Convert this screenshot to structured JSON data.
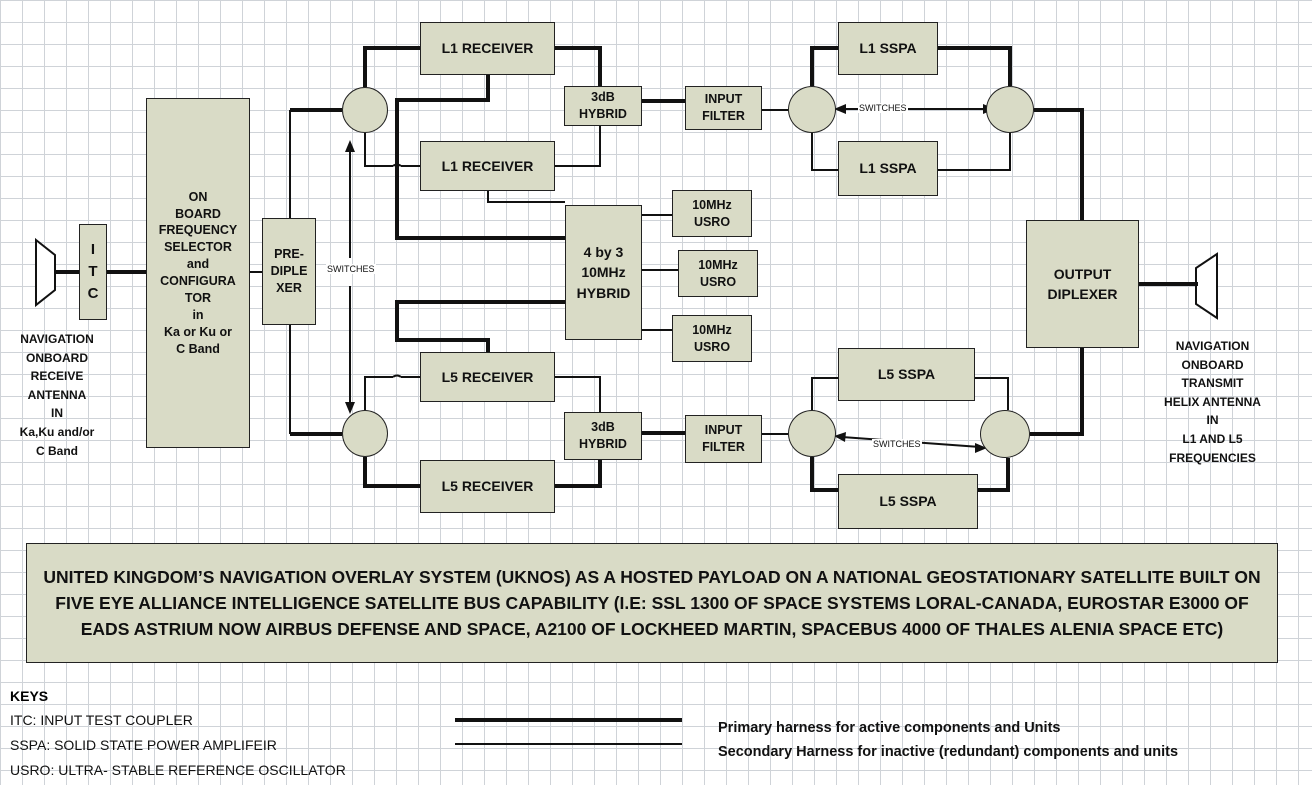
{
  "components": {
    "itc": "I\nT\nC",
    "frequency_selector": "ON\nBOARD\nFREQUENCY\nSELECTOR\nand\nCONFIGURA\nTOR\nin\nKa or Ku or\nC Band",
    "prediplexer": "PRE-\nDIPLE\nXER",
    "l1_receiver_1": "L1 RECEIVER",
    "l1_receiver_2": "L1 RECEIVER",
    "l5_receiver_1": "L5 RECEIVER",
    "l5_receiver_2": "L5 RECEIVER",
    "hybrid_3db_top": "3dB\nHYBRID",
    "hybrid_3db_bottom": "3dB\nHYBRID",
    "input_filter_top": "INPUT\nFILTER",
    "input_filter_bottom": "INPUT\nFILTER",
    "hybrid_4by3": "4 by 3\n10MHz\nHYBRID",
    "usro_1": "10MHz\nUSRO",
    "usro_2": "10MHz\nUSRO",
    "usro_3": "10MHz\nUSRO",
    "l1_sspa_1": "L1 SSPA",
    "l1_sspa_2": "L1 SSPA",
    "l5_sspa_1": "L5 SSPA",
    "l5_sspa_2": "L5 SSPA",
    "output_diplexer": "OUTPUT\nDIPLEXER"
  },
  "labels": {
    "switches_left": "SWITCHES",
    "switches_top": "SWITCHES",
    "switches_bottom": "SWITCHES",
    "receive_antenna": "NAVIGATION\nONBOARD\nRECEIVE\nANTENNA\nIN\nKa,Ku and/or\nC Band",
    "transmit_antenna": "NAVIGATION\nONBOARD\nTRANSMIT\nHELIX ANTENNA\nIN\nL1 AND L5\nFREQUENCIES"
  },
  "banner": "UNITED KINGDOM’S NAVIGATION OVERLAY SYSTEM (UKNOS) AS A HOSTED PAYLOAD ON A NATIONAL GEOSTATIONARY SATELLITE BUILT ON FIVE EYE ALLIANCE INTELLIGENCE SATELLITE BUS CAPABILITY (I.E: SSL 1300 OF SPACE SYSTEMS LORAL-CANADA, EUROSTAR E3000 OF EADS ASTRIUM NOW AIRBUS DEFENSE AND SPACE, A2100 OF LOCKHEED MARTIN, SPACEBUS 4000 OF THALES ALENIA SPACE ETC)",
  "keys": {
    "title": "KEYS",
    "items": [
      "ITC: INPUT TEST COUPLER",
      "SSPA: SOLID STATE POWER AMPLIFEIR",
      "USRO: ULTRA- STABLE REFERENCE OSCILLATOR"
    ]
  },
  "legend": {
    "primary": "Primary harness for active components and Units",
    "secondary": "Secondary Harness for inactive (redundant) components and units"
  },
  "colors": {
    "component_fill": "#d9dbc6",
    "grid": "#cfd3d8"
  }
}
